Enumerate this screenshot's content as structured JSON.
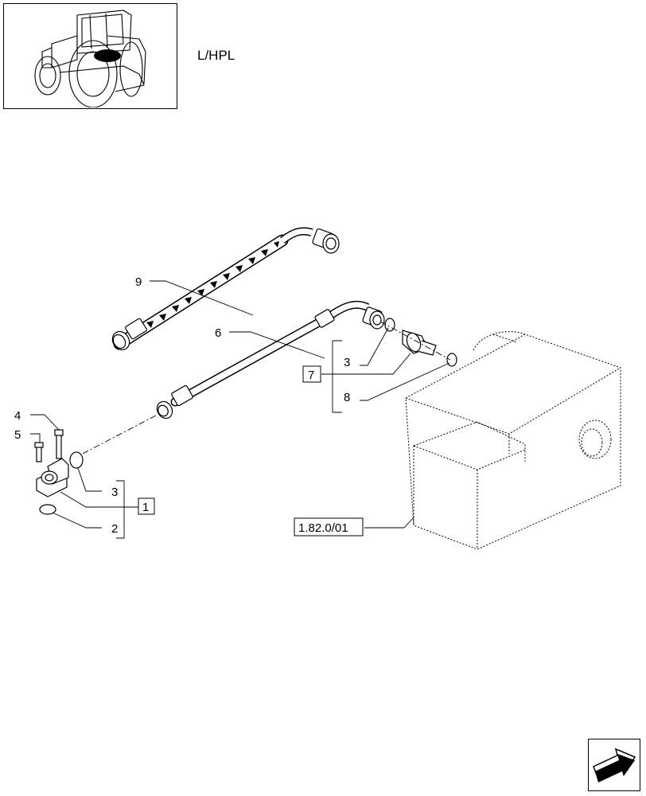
{
  "header": {
    "variant_label": "L/HPL"
  },
  "callouts": {
    "n9": "9",
    "n6": "6",
    "n3_upper": "3",
    "n7": "7",
    "n8": "8",
    "n4": "4",
    "n5": "5",
    "n3_lower": "3",
    "n1": "1",
    "n2": "2",
    "ref": "1.82.0/01"
  },
  "icons": {
    "thumbnail": "tractor-thumbnail-icon",
    "nav": "next-page-arrow-icon"
  }
}
